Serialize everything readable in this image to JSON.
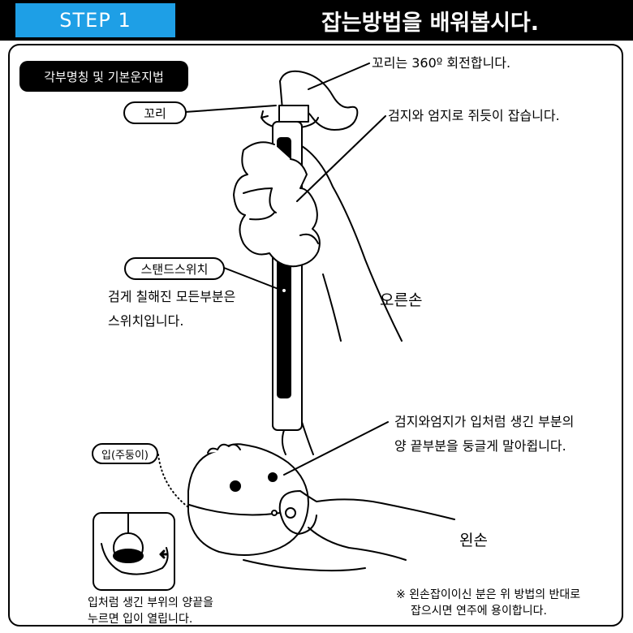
{
  "header": {
    "step": "STEP 1",
    "title": "잡는방법을 배워봅시다."
  },
  "section_title": "각부명칭 및 기본운지법",
  "parts": {
    "tail": "꼬리",
    "stand_switch": "스탠드스위치",
    "mouth": "입(주둥이)"
  },
  "notes": {
    "tail_rotation": "꼬리는 360º 회전합니다.",
    "grip": "검지와 엄지로 쥐듯이 잡습니다.",
    "switch_line1": "검게 칠해진 모든부분은",
    "switch_line2": "스위치입니다.",
    "right_hand": "오른손",
    "mouth_line1": "검지와엄지가 입처럼 생긴 부분의",
    "mouth_line2": "양 끝부분을 둥글게 말아쥡니다.",
    "left_hand": "왼손",
    "inset_line1": "입처럼 생긴 부위의 양끝을",
    "inset_line2": "누르면 입이 열립니다.",
    "lefty_line1": "※ 왼손잡이이신 분은 위 방법의 반대로",
    "lefty_line2": "잡으시면 연주에 용이합니다."
  },
  "colors": {
    "accent": "#1e9fe6",
    "ink": "#000000"
  }
}
